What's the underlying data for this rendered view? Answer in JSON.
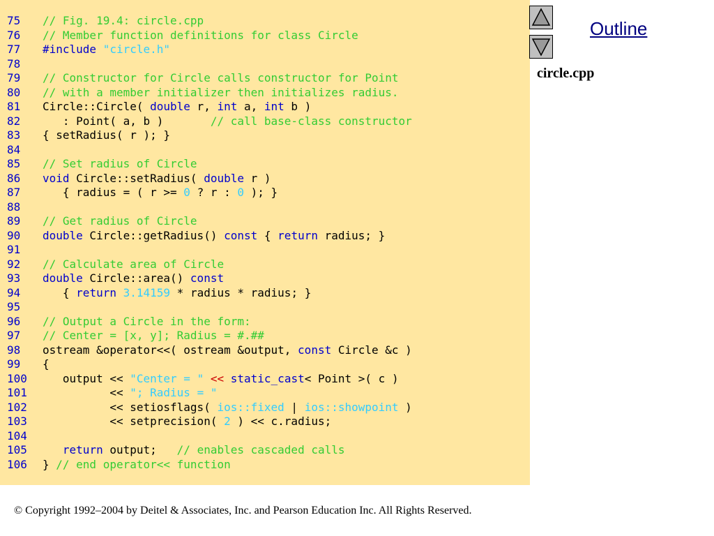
{
  "navigation": {
    "up_icon": "triangle-up-icon",
    "down_icon": "triangle-down-icon",
    "outline_label": "Outline"
  },
  "sidebar": {
    "file_name": "circle.cpp"
  },
  "footer": {
    "copyright": "© Copyright 1992–2004 by Deitel & Associates, Inc. and Pearson Education Inc. All Rights Reserved."
  },
  "colors": {
    "panel_background": "#ffe7a1",
    "comment": "#33cc33",
    "keyword": "#0000cc",
    "literal": "#33ccff",
    "operator_highlight": "#cc0000",
    "line_number": "#0000cc"
  },
  "code": [
    {
      "num": "75",
      "tokens": [
        {
          "t": "cm",
          "v": "// Fig. 19.4: circle.cpp"
        }
      ]
    },
    {
      "num": "76",
      "tokens": [
        {
          "t": "cm",
          "v": "// Member function definitions for class Circle"
        }
      ]
    },
    {
      "num": "77",
      "tokens": [
        {
          "t": "kw",
          "v": "#include "
        },
        {
          "t": "str",
          "v": "\"circle.h\""
        }
      ]
    },
    {
      "num": "78",
      "tokens": []
    },
    {
      "num": "79",
      "tokens": [
        {
          "t": "cm",
          "v": "// Constructor for Circle calls constructor for Point"
        }
      ]
    },
    {
      "num": "80",
      "tokens": [
        {
          "t": "cm",
          "v": "// with a member initializer then initializes radius."
        }
      ]
    },
    {
      "num": "81",
      "tokens": [
        {
          "t": "pl",
          "v": "Circle::Circle( "
        },
        {
          "t": "kw",
          "v": "double"
        },
        {
          "t": "pl",
          "v": " r, "
        },
        {
          "t": "kw",
          "v": "int"
        },
        {
          "t": "pl",
          "v": " a, "
        },
        {
          "t": "kw",
          "v": "int"
        },
        {
          "t": "pl",
          "v": " b )"
        }
      ]
    },
    {
      "num": "82",
      "tokens": [
        {
          "t": "pl",
          "v": "   : Point( a, b )       "
        },
        {
          "t": "cm",
          "v": "// call base-class constructor"
        }
      ]
    },
    {
      "num": "83",
      "tokens": [
        {
          "t": "pl",
          "v": "{ setRadius( r ); }"
        }
      ]
    },
    {
      "num": "84",
      "tokens": []
    },
    {
      "num": "85",
      "tokens": [
        {
          "t": "cm",
          "v": "// Set radius of Circle"
        }
      ]
    },
    {
      "num": "86",
      "tokens": [
        {
          "t": "kw",
          "v": "void"
        },
        {
          "t": "pl",
          "v": " Circle::setRadius( "
        },
        {
          "t": "kw",
          "v": "double"
        },
        {
          "t": "pl",
          "v": " r )"
        }
      ]
    },
    {
      "num": "87",
      "tokens": [
        {
          "t": "pl",
          "v": "   { radius = ( r >= "
        },
        {
          "t": "num",
          "v": "0"
        },
        {
          "t": "pl",
          "v": " ? r : "
        },
        {
          "t": "num",
          "v": "0"
        },
        {
          "t": "pl",
          "v": " ); }"
        }
      ]
    },
    {
      "num": "88",
      "tokens": []
    },
    {
      "num": "89",
      "tokens": [
        {
          "t": "cm",
          "v": "// Get radius of Circle"
        }
      ]
    },
    {
      "num": "90",
      "tokens": [
        {
          "t": "kw",
          "v": "double"
        },
        {
          "t": "pl",
          "v": " Circle::getRadius() "
        },
        {
          "t": "kw",
          "v": "const"
        },
        {
          "t": "pl",
          "v": " { "
        },
        {
          "t": "kw",
          "v": "return"
        },
        {
          "t": "pl",
          "v": " radius; }"
        }
      ]
    },
    {
      "num": "91",
      "tokens": []
    },
    {
      "num": "92",
      "tokens": [
        {
          "t": "cm",
          "v": "// Calculate area of Circle"
        }
      ]
    },
    {
      "num": "93",
      "tokens": [
        {
          "t": "kw",
          "v": "double"
        },
        {
          "t": "pl",
          "v": " Circle::area() "
        },
        {
          "t": "kw",
          "v": "const"
        }
      ]
    },
    {
      "num": "94",
      "tokens": [
        {
          "t": "pl",
          "v": "   { "
        },
        {
          "t": "kw",
          "v": "return"
        },
        {
          "t": "pl",
          "v": " "
        },
        {
          "t": "num",
          "v": "3.14159"
        },
        {
          "t": "pl",
          "v": " * radius * radius; }"
        }
      ]
    },
    {
      "num": "95",
      "tokens": []
    },
    {
      "num": "96",
      "tokens": [
        {
          "t": "cm",
          "v": "// Output a Circle in the form:"
        }
      ]
    },
    {
      "num": "97",
      "tokens": [
        {
          "t": "cm",
          "v": "// Center = [x, y]; Radius = #.##"
        }
      ]
    },
    {
      "num": "98",
      "tokens": [
        {
          "t": "pl",
          "v": "ostream &operator<<( ostream &output, "
        },
        {
          "t": "kw",
          "v": "const"
        },
        {
          "t": "pl",
          "v": " Circle &c )"
        }
      ]
    },
    {
      "num": "99",
      "tokens": [
        {
          "t": "pl",
          "v": "{"
        }
      ]
    },
    {
      "num": "100",
      "tokens": [
        {
          "t": "pl",
          "v": "   output << "
        },
        {
          "t": "str",
          "v": "\"Center = \""
        },
        {
          "t": "pl",
          "v": " "
        },
        {
          "t": "red",
          "v": "<<"
        },
        {
          "t": "pl",
          "v": " "
        },
        {
          "t": "kw",
          "v": "static_cast"
        },
        {
          "t": "pl",
          "v": "< Point >( c )"
        }
      ]
    },
    {
      "num": "101",
      "tokens": [
        {
          "t": "pl",
          "v": "          << "
        },
        {
          "t": "str",
          "v": "\"; Radius = \""
        }
      ]
    },
    {
      "num": "102",
      "tokens": [
        {
          "t": "pl",
          "v": "          << setiosflags( "
        },
        {
          "t": "str",
          "v": "ios::fixed"
        },
        {
          "t": "pl",
          "v": " | "
        },
        {
          "t": "str",
          "v": "ios::showpoint"
        },
        {
          "t": "pl",
          "v": " )"
        }
      ]
    },
    {
      "num": "103",
      "tokens": [
        {
          "t": "pl",
          "v": "          << setprecision( "
        },
        {
          "t": "num",
          "v": "2"
        },
        {
          "t": "pl",
          "v": " ) << c.radius;"
        }
      ]
    },
    {
      "num": "104",
      "tokens": []
    },
    {
      "num": "105",
      "tokens": [
        {
          "t": "pl",
          "v": "   "
        },
        {
          "t": "kw",
          "v": "return"
        },
        {
          "t": "pl",
          "v": " output;   "
        },
        {
          "t": "cm",
          "v": "// enables cascaded calls"
        }
      ]
    },
    {
      "num": "106",
      "tokens": [
        {
          "t": "pl",
          "v": "} "
        },
        {
          "t": "cm",
          "v": "// end operator<< function"
        }
      ]
    }
  ]
}
